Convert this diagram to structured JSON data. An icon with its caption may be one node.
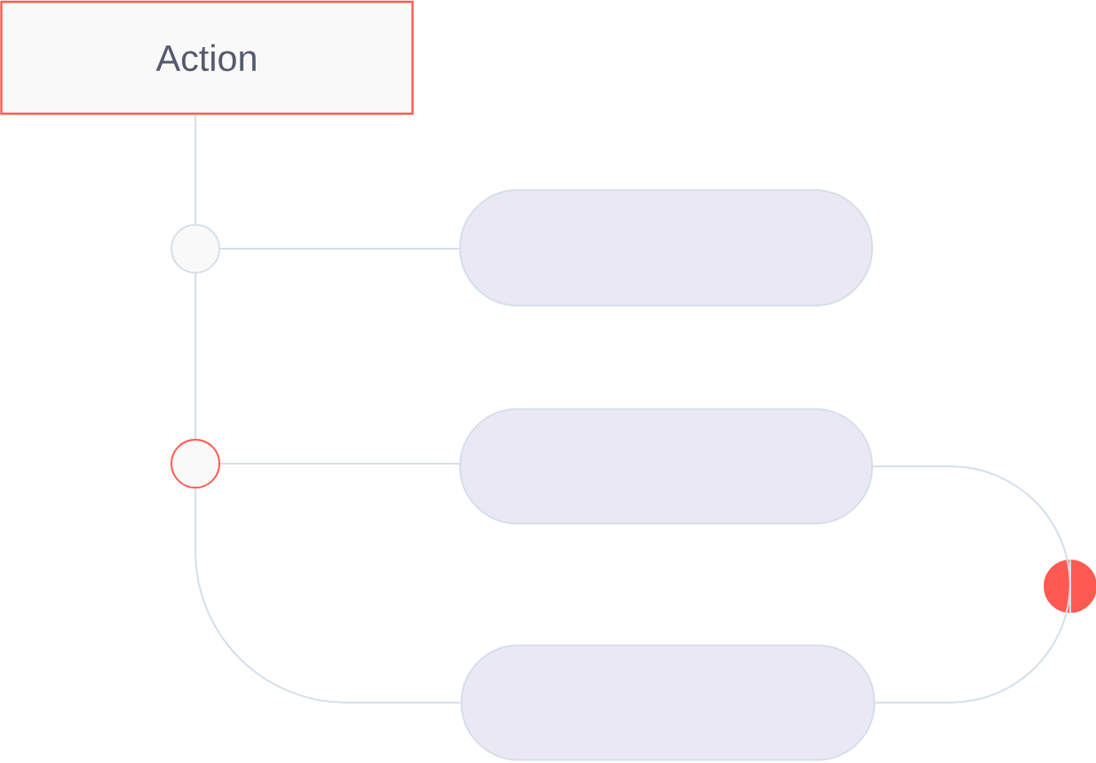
{
  "diagram": {
    "nodes": [
      {
        "text": [
          "Action"
        ]
      },
      {
        "text": [],
        "shape": "circle"
      },
      {
        "text": [],
        "shape": "pill"
      },
      {
        "text": [],
        "shape": "circle"
      },
      {
        "text": [],
        "shape": "pill"
      },
      {
        "text": [],
        "shape": "pill"
      },
      {
        "text": [],
        "shape": "circle"
      }
    ],
    "edges": [
      {
        "from": 0,
        "to": 1,
        "arrow": "none"
      },
      {
        "from": 1,
        "to": 2,
        "arrow": "none"
      },
      {
        "from": 1,
        "to": 3,
        "arrow": "none"
      },
      {
        "from": 3,
        "to": 4,
        "arrow": "none"
      },
      {
        "from": 3,
        "to": 5,
        "arrow": "none"
      },
      {
        "from": 4,
        "to": 6,
        "arrow": "none"
      },
      {
        "from": 6,
        "to": 5,
        "arrow": "none"
      }
    ]
  }
}
